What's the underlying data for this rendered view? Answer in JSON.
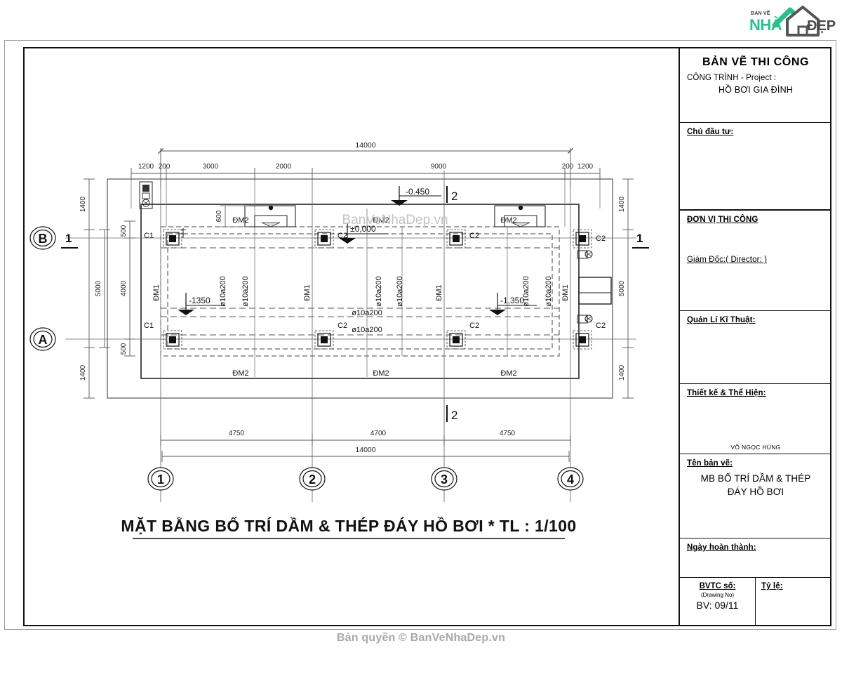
{
  "logo": {
    "line1": "BẢN VẼ",
    "line2": "NHÀ",
    "line3": "ĐẸP"
  },
  "title_block": {
    "main_title": "BẢN VẼ THI CÔNG",
    "project_label": "CÔNG TRÌNH - Project :",
    "project_name": "HỒ BƠI GIA ĐÌNH",
    "owner_label": "Chủ đầu tư:",
    "contractor_label": "ĐƠN VỊ THI CÔNG",
    "director_label": "Giám Đốc:( Director: )",
    "technical_label": "Quản Lí Kĩ Thuật:",
    "designer_label": "Thiết kế & Thể Hiện:",
    "designer_name": "VÕ NGỌC HÙNG",
    "drawing_name_label": "Tên bản vẽ:",
    "drawing_name_line1": "MB BỐ TRÍ DẦM & THÉP",
    "drawing_name_line2": "ĐÁY HỒ BƠI",
    "date_label": "Ngày hoàn thành:",
    "bvtc_label": "BVTC số:",
    "drawing_no_label": "(Drawing No)",
    "drawing_no_value": "BV: 09/11",
    "scale_label": "Tỷ lệ:"
  },
  "drawing": {
    "title": "MẶT BẰNG BỐ TRÍ DẦM & THÉP ĐÁY HỒ BƠI * TL : 1/100",
    "watermark": "BanVeNhaDep.vn",
    "scale": "1/100",
    "dimensions_top": {
      "overall": "14000",
      "chain": [
        "1200",
        "200",
        "3000",
        "2000",
        "9000",
        "200",
        "1200"
      ]
    },
    "dimensions_bottom": {
      "overall": "14000",
      "chain": [
        "4750",
        "4700",
        "4750"
      ]
    },
    "dimensions_left": {
      "outer": [
        "1400",
        "1400"
      ],
      "overall": "5000",
      "inner": [
        "500",
        "4000",
        "500"
      ]
    },
    "dimensions_right": [
      "1400",
      "5000",
      "1400"
    ],
    "dimension_step": "600",
    "grid_labels_vertical": [
      "1",
      "2",
      "3",
      "4"
    ],
    "grid_labels_horizontal": [
      "B",
      "A"
    ],
    "section_marks": [
      "1",
      "1",
      "2",
      "2"
    ],
    "levels": [
      "-0.450",
      "±0,000",
      "-1350",
      "-1,350"
    ],
    "beam_tags_horizontal": [
      "ĐM2",
      "ĐM2",
      "ĐM2",
      "ĐM2",
      "ĐM2",
      "ĐM2"
    ],
    "beam_tags_vertical": [
      "ĐM1",
      "ĐM1",
      "ĐM1",
      "ĐM1"
    ],
    "column_tags_top": [
      "C1",
      "C2",
      "C2",
      "C2"
    ],
    "column_tags_bottom": [
      "C1",
      "C2",
      "C2",
      "C2"
    ],
    "rebar_vertical": [
      "ø10a200",
      "ø10a200",
      "ø10a200",
      "ø10a200",
      "ø10a200",
      "ø10a200"
    ],
    "rebar_horizontal": [
      "ø10a200",
      "ø10a200"
    ]
  },
  "footer": {
    "copyright": "Bản quyền © BanVeNhaDep.vn"
  }
}
